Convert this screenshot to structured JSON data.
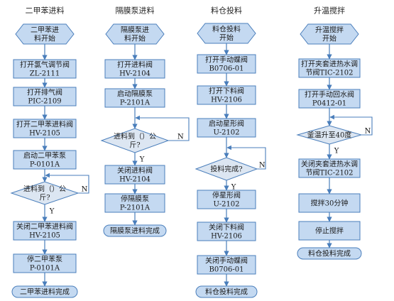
{
  "columns": [
    {
      "title": "二甲苯进料",
      "start": [
        "二甲苯进",
        "料开始"
      ],
      "steps": [
        [
          "打开氯气调节阀",
          "ZL-2111"
        ],
        [
          "打开排气阀",
          "PIC-2109"
        ],
        [
          "打开二甲苯进料阀",
          "HV-2105"
        ],
        [
          "启动二甲苯泵",
          "P-0101A"
        ]
      ],
      "decision": [
        "进料到（）公",
        "斤?"
      ],
      "steps_after": [
        [
          "关闭二甲苯进料阀",
          "HV-2105"
        ],
        [
          "停二甲苯泵",
          "P-0101A"
        ]
      ],
      "end": "二甲苯进料完成"
    },
    {
      "title": "隔膜泵进料",
      "start": [
        "隔膜泵进",
        "料开始"
      ],
      "steps": [
        [
          "打开进料阀",
          "HV-2104"
        ],
        [
          "启动隔膜泵",
          "P-2101A"
        ]
      ],
      "decision": [
        "进料到（）公",
        "斤?"
      ],
      "steps_after": [
        [
          "关闭进料阀",
          "HV-2104"
        ],
        [
          "停隔膜泵",
          "P-2101A"
        ]
      ],
      "end": "隔膜泵进料完成"
    },
    {
      "title": "料仓投料",
      "start": [
        "料仓投料",
        "开始"
      ],
      "steps": [
        [
          "打开手动蝶阀",
          "B0706-01"
        ],
        [
          "打开下料阀",
          "HV-2106"
        ],
        [
          "启动星形阀",
          "U-2102"
        ]
      ],
      "decision": [
        "投料完成?"
      ],
      "steps_after": [
        [
          "停星形阀",
          "U-2102"
        ],
        [
          "关闭下料阀",
          "HV-2106"
        ],
        [
          "关闭手动蝶阀",
          "B0706-01"
        ]
      ],
      "end": "料仓投料完成"
    },
    {
      "title": "升温搅拌",
      "start": [
        "升温搅拌",
        "开始"
      ],
      "steps": [
        [
          "打开夹套进热水调",
          "节阀TIC-2102"
        ],
        [
          "打开手动回水阀",
          "P0412-01"
        ]
      ],
      "decision": [
        "釜温升至40度"
      ],
      "steps_after": [
        [
          "关闭夹套进热水调",
          "节阀TIC-2102"
        ],
        [
          "搅拌30分钟"
        ],
        [
          "停止搅拌"
        ]
      ],
      "end": "料仓投料完成"
    }
  ],
  "labels": {
    "no": "N",
    "yes": "Y"
  },
  "colors": {
    "box_fill": "#c4d9f1",
    "box_stroke": "#4a7ebb",
    "start_fill": "#c4d9f1",
    "decision_fill": "#dce6f2",
    "arrow": "#4a7ebb",
    "text": "#1a1a1a"
  }
}
